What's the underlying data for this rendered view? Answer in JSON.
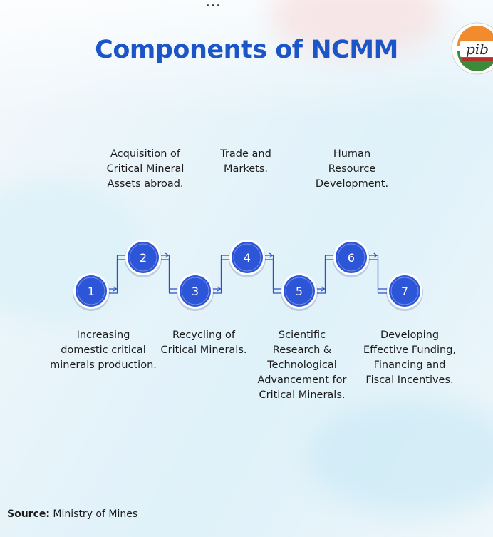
{
  "header": {
    "top_fragment": "…",
    "title": "Components of NCMM",
    "logo_text": "pib"
  },
  "colors": {
    "title": "#1b55c7",
    "node_fill": "#2c55d8",
    "node_ring": "#ffffff",
    "connector": "#2b4fc4"
  },
  "components": [
    {
      "number": "1",
      "label": "Increasing\ndomestic critical\nminerals production."
    },
    {
      "number": "2",
      "label": "Acquisition of\nCritical Mineral\nAssets abroad."
    },
    {
      "number": "3",
      "label": "Recycling of\nCritical Minerals."
    },
    {
      "number": "4",
      "label": "Trade and\nMarkets."
    },
    {
      "number": "5",
      "label": "Scientific\nResearch &\nTechnological\nAdvancement for\nCritical Minerals."
    },
    {
      "number": "6",
      "label": "Human\nResource\nDevelopment."
    },
    {
      "number": "7",
      "label": "Developing\nEffective Funding,\nFinancing and\nFiscal Incentives."
    }
  ],
  "footer": {
    "source_label": "Source:",
    "source_value": " Ministry of Mines"
  }
}
